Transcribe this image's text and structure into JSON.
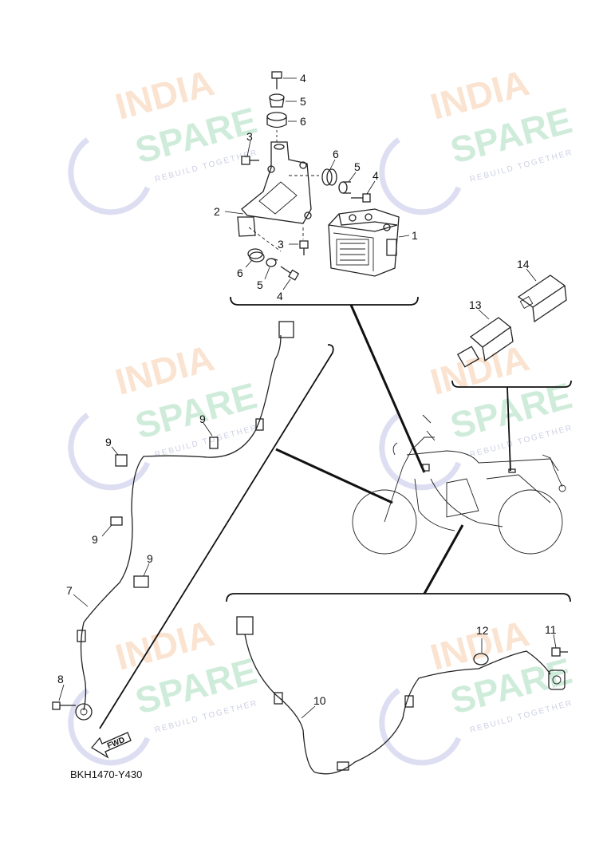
{
  "diagram_code": "BKH1470-Y430",
  "fwd_label": "FWD",
  "watermark": {
    "line1": "INDIA",
    "line2": "SPARE",
    "tagline": "REBUILD TOGETHER",
    "colors": {
      "line1": "#f2b07a",
      "line2": "#79c99b",
      "icon": "#b4b6e0"
    }
  },
  "callouts": {
    "c1": "1",
    "c2": "2",
    "c3a": "3",
    "c3b": "3",
    "c4a": "4",
    "c4b": "4",
    "c4c": "4",
    "c5a": "5",
    "c5b": "5",
    "c5c": "5",
    "c6a": "6",
    "c6b": "6",
    "c6c": "6",
    "c7": "7",
    "c8": "8",
    "c9a": "9",
    "c9b": "9",
    "c9c": "9",
    "c9d": "9",
    "c10": "10",
    "c11": "11",
    "c12": "12",
    "c13": "13",
    "c14": "14"
  }
}
